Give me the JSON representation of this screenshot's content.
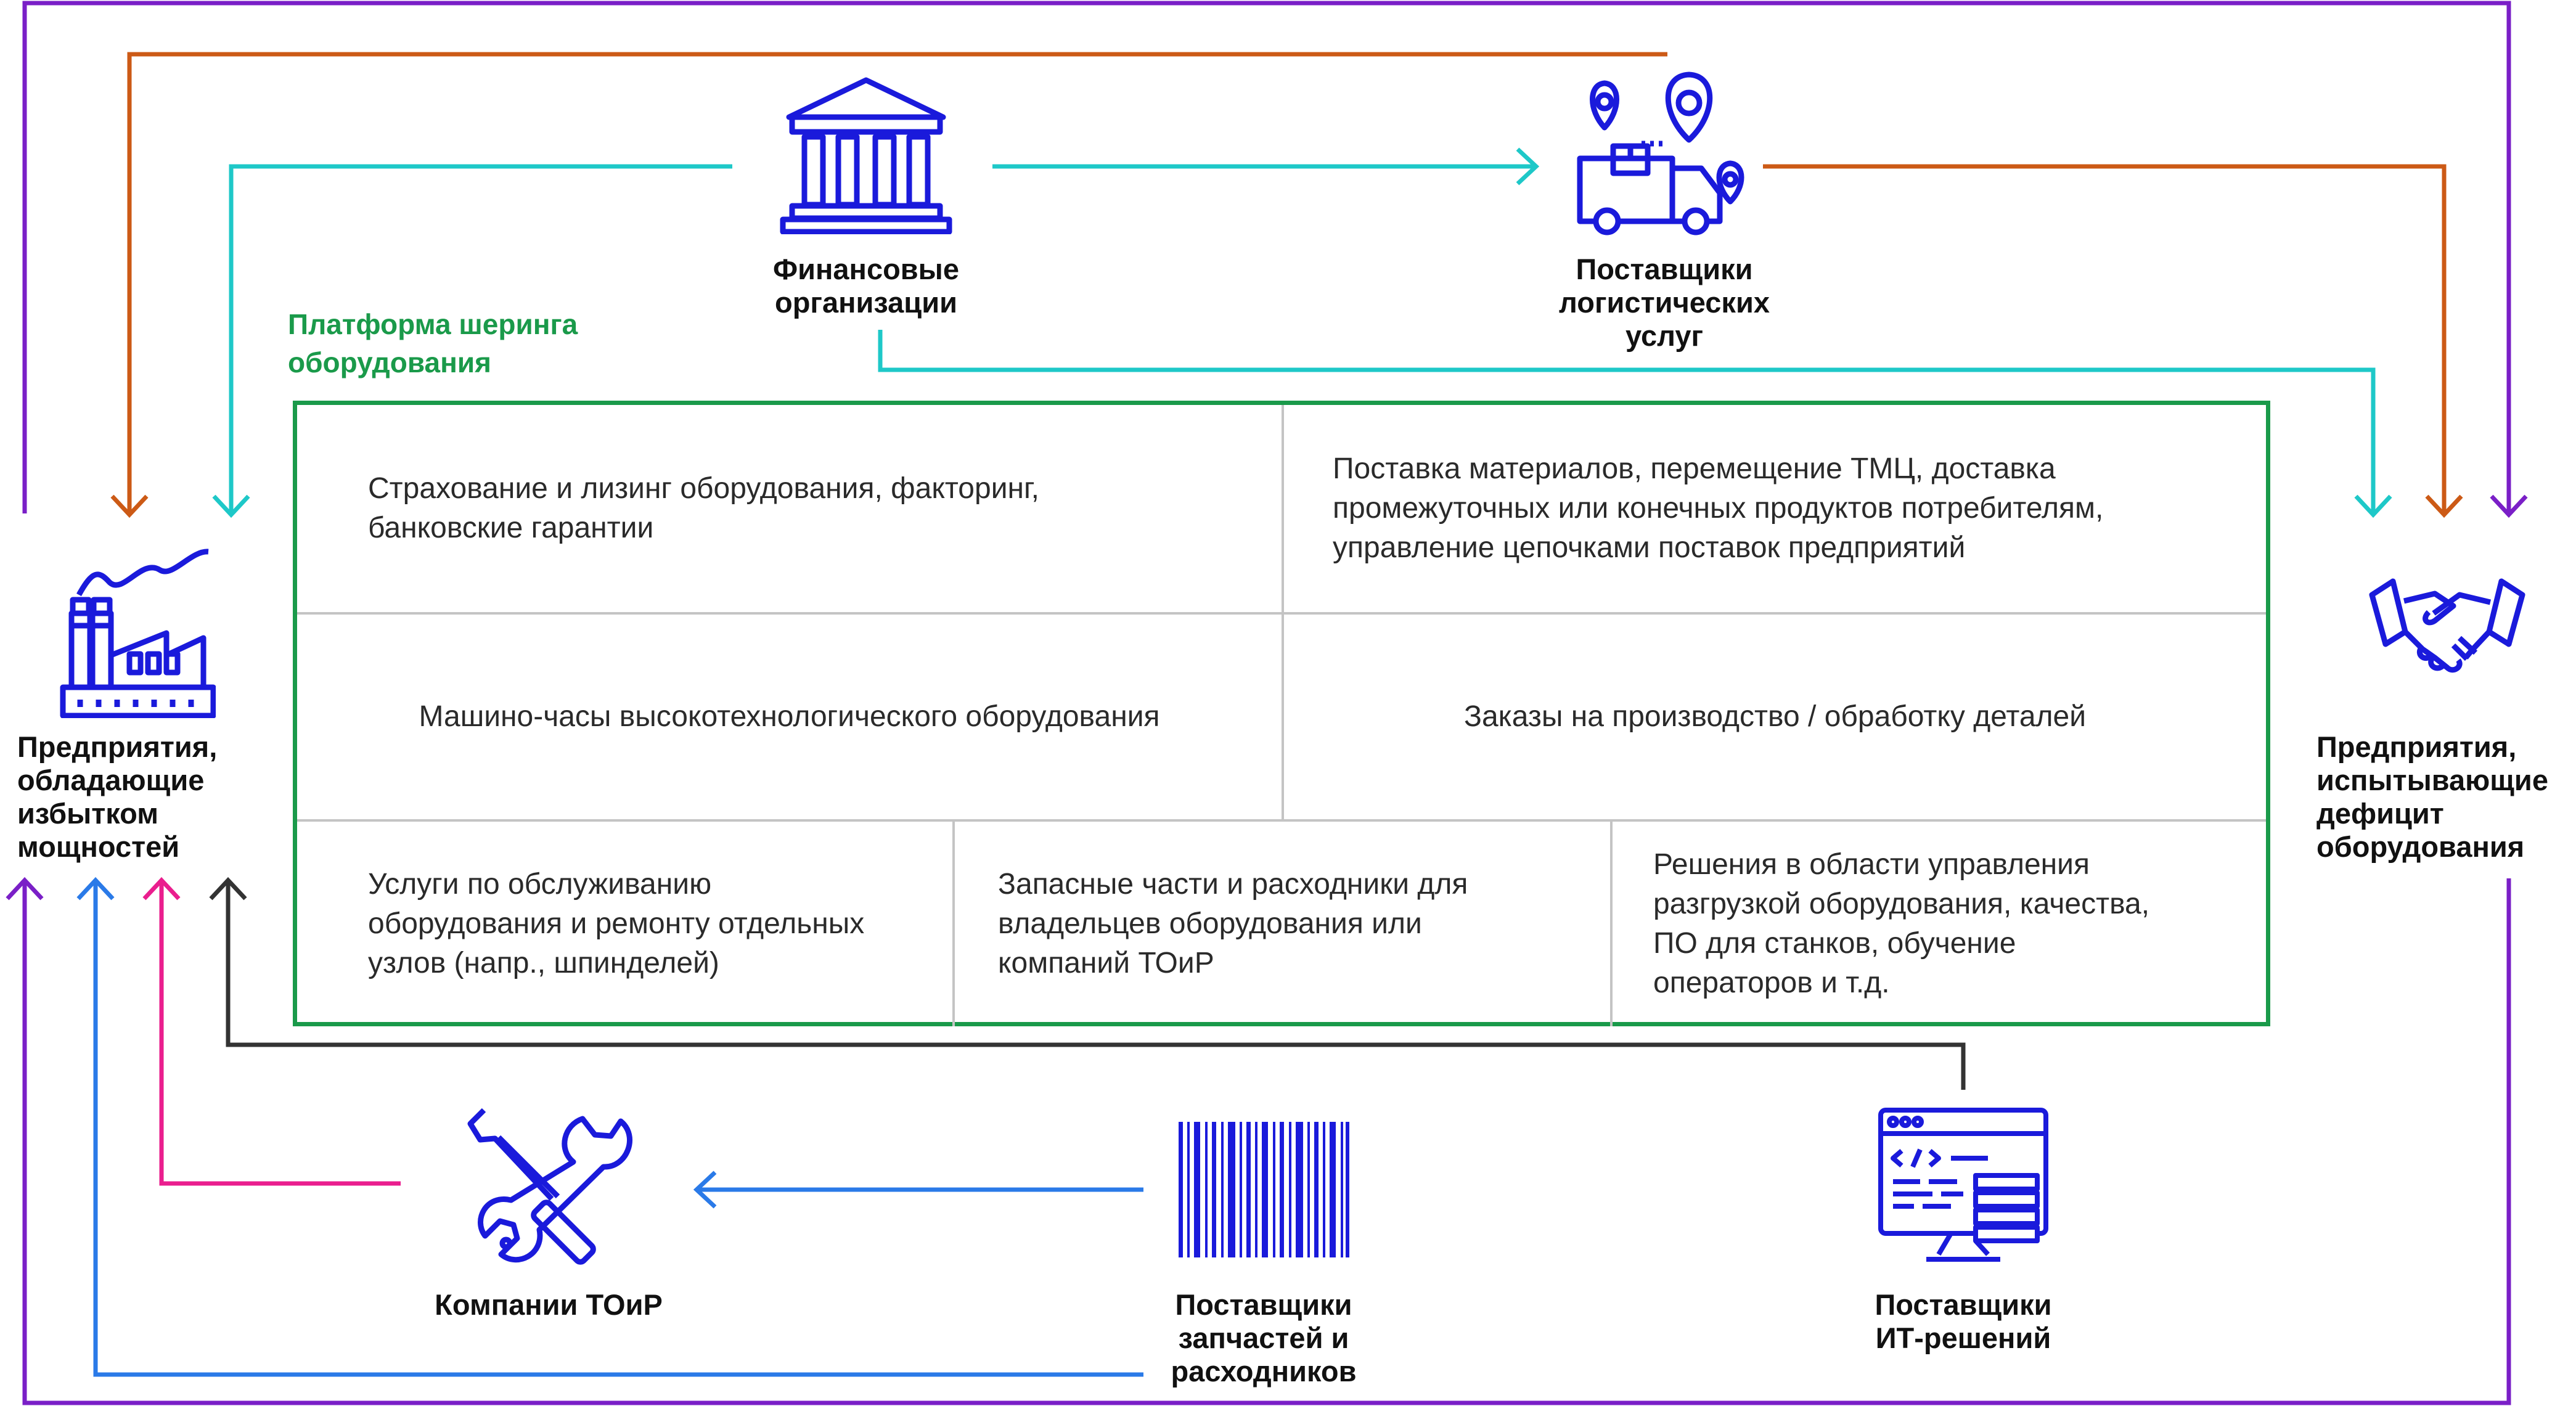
{
  "colors": {
    "icon": "#1a1adb",
    "platform": "#1a9a4a",
    "purple": "#7a1fc7",
    "orange": "#cc5a16",
    "teal": "#1ec8c8",
    "blue": "#2a7ae8",
    "pink": "#ea1e8e",
    "dark": "#333333",
    "divider": "#c4c4c4"
  },
  "actors": {
    "finance": {
      "label": "Финансовые\nорганизации",
      "icon": "bank-icon"
    },
    "logistics": {
      "label": "Поставщики\nлогистических\nуслуг",
      "icon": "delivery-truck-icon"
    },
    "excess": {
      "label": "Предприятия,\nобладающие\nизбытком\nмощностей",
      "icon": "factory-icon"
    },
    "deficit": {
      "label": "Предприятия,\nиспытывающие\nдефицит\nоборудования",
      "icon": "handshake-icon"
    },
    "mro": {
      "label": "Компании ТОиР",
      "icon": "wrench-screwdriver-icon"
    },
    "parts": {
      "label": "Поставщики\nзапчастей и\nрасходников",
      "icon": "barcode-icon"
    },
    "it": {
      "label": "Поставщики\nИТ-решений",
      "icon": "computer-code-icon"
    }
  },
  "platform": {
    "title": "Платформа шеринга\nоборудования",
    "cells": [
      "Страхование и лизинг оборудования, факторинг,\nбанковские гарантии",
      "Поставка материалов, перемещение ТМЦ, доставка\nпромежуточных или конечных продуктов потребителям,\nуправление цепочками поставок предприятий",
      "Машино-часы высокотехнологического оборудования",
      "Заказы на производство / обработку деталей",
      "Услуги по обслуживанию\nоборудования и ремонту отдельных\nузлов (напр., шпинделей)",
      "Запасные части и расходники для\nвладельцев оборудования или\nкомпаний ТОиР",
      "Решения в области управления\nразгрузкой оборудования, качества,\nПО для станков, обучение\nоператоров и т.д."
    ]
  }
}
